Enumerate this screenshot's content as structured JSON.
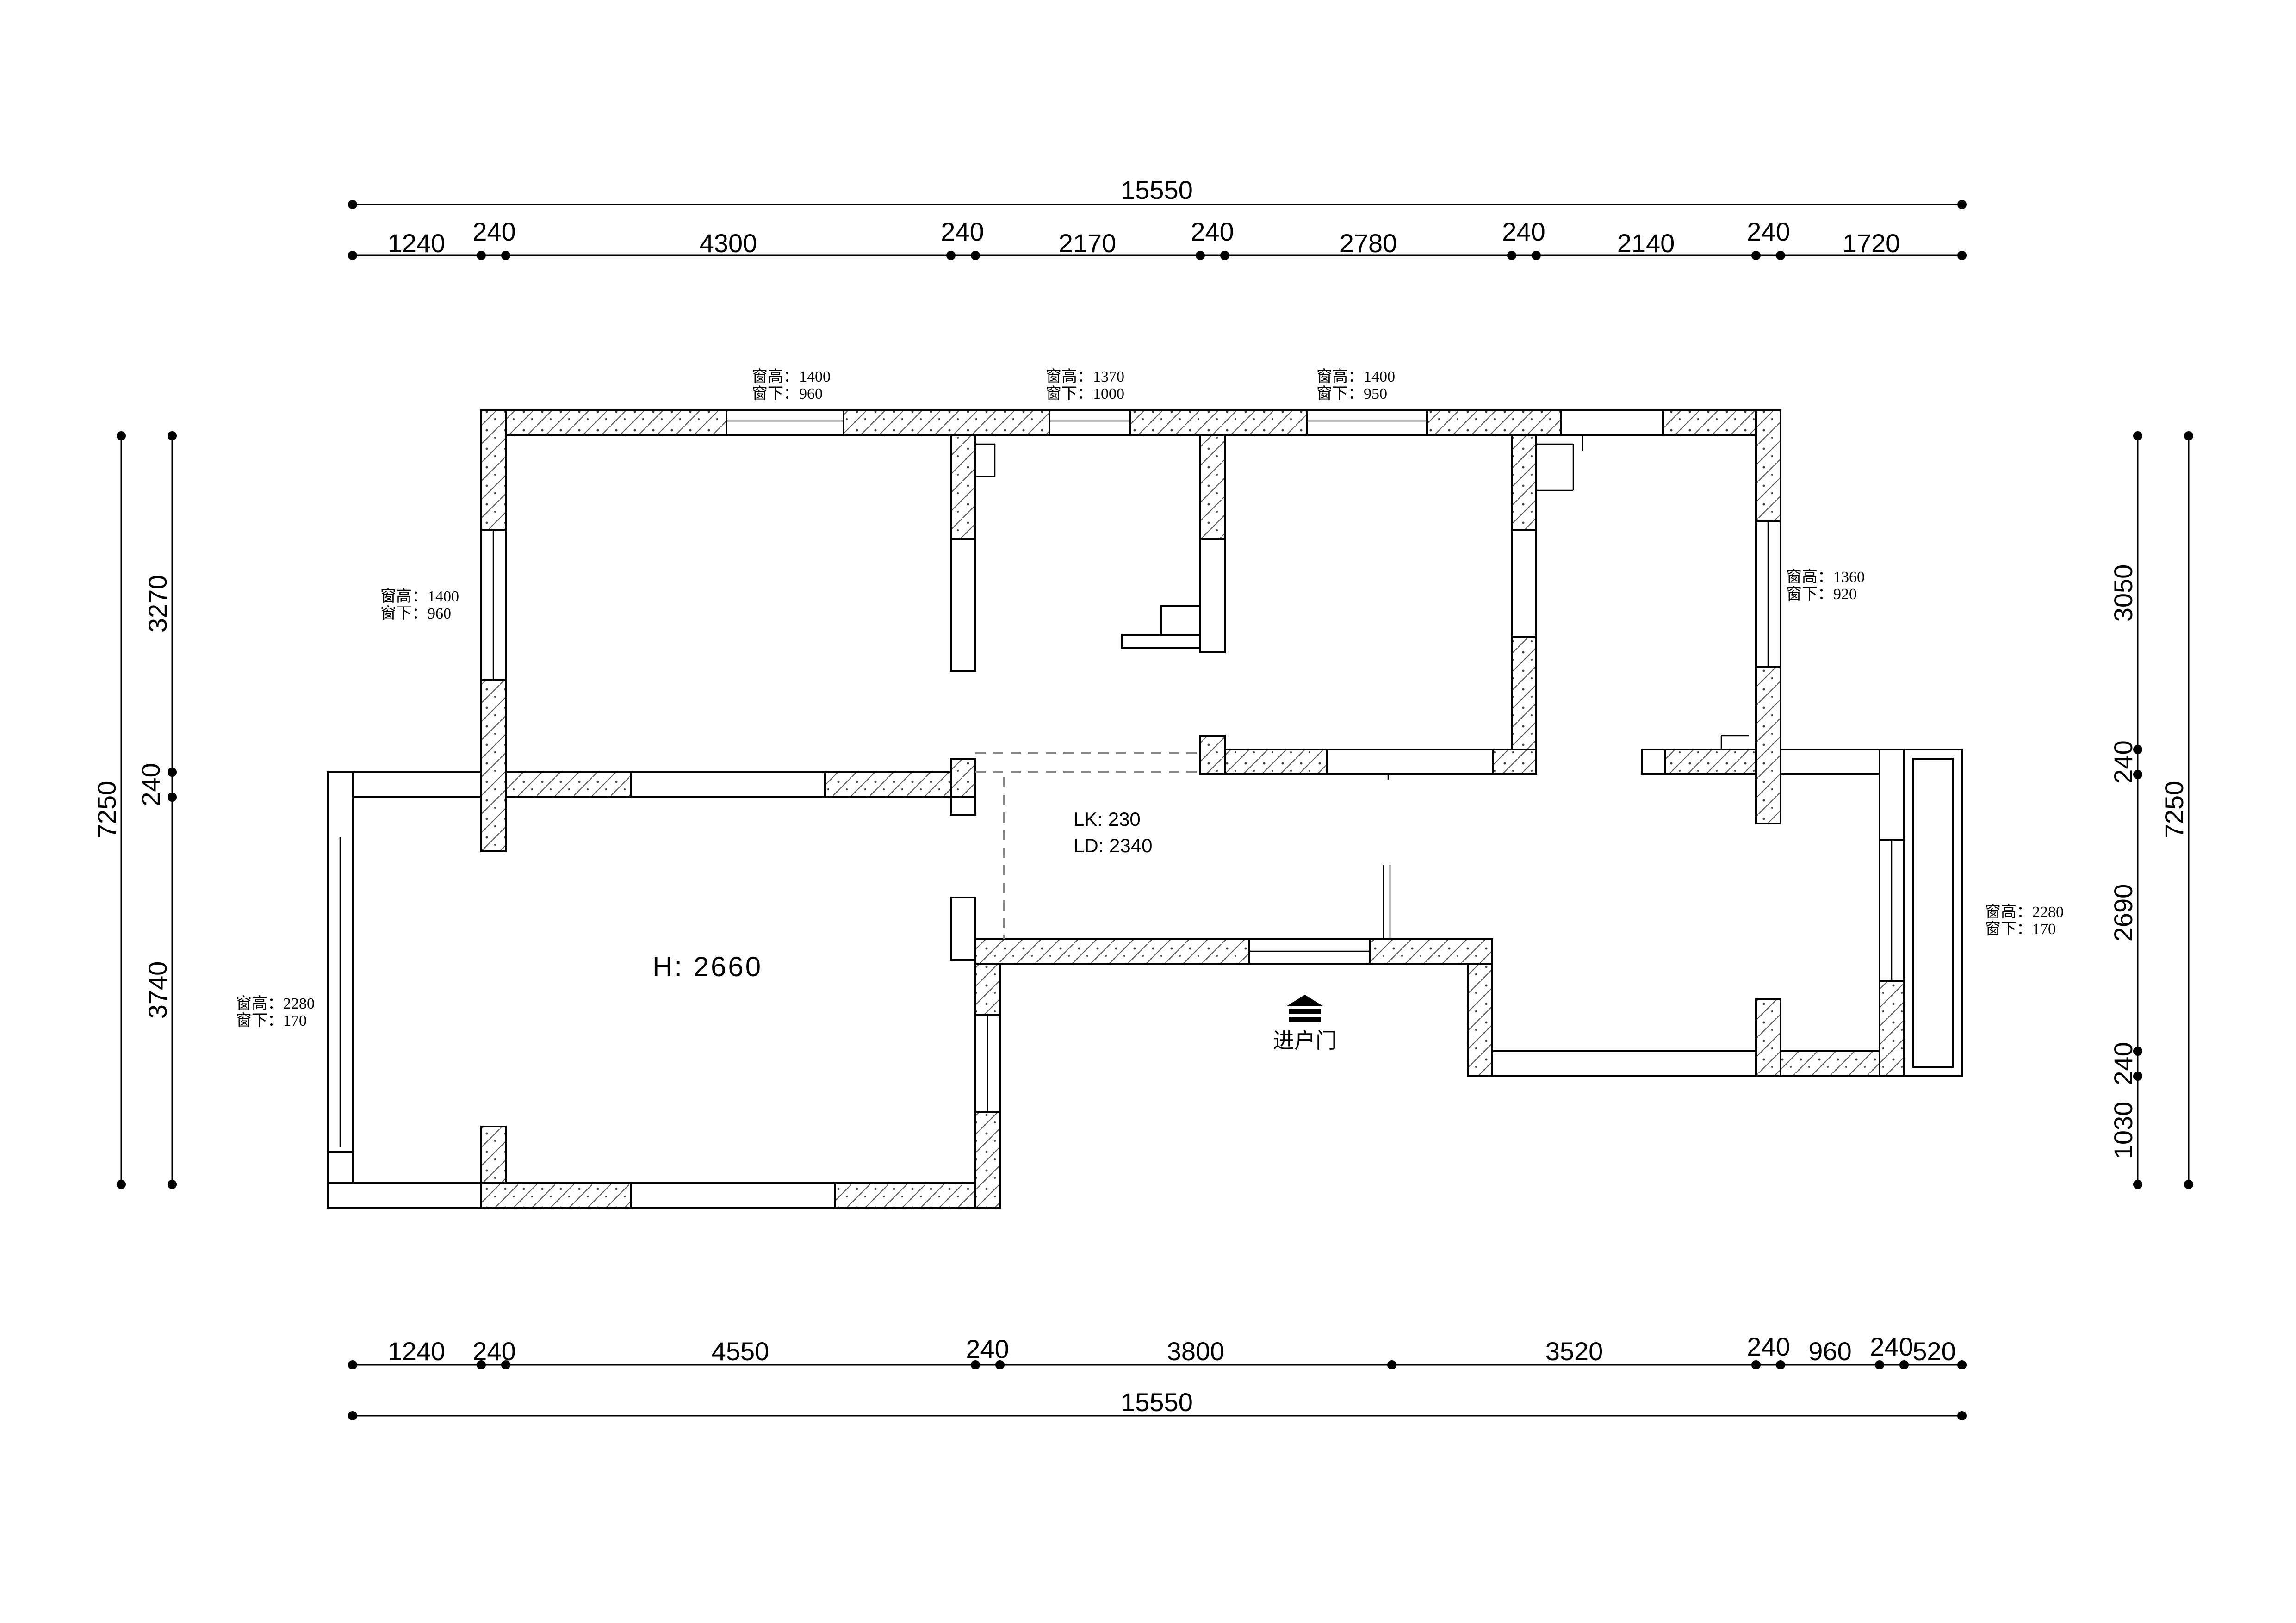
{
  "dimensions": {
    "top_total": "15550",
    "top_segments": [
      "1240",
      "240",
      "4300",
      "240",
      "2170",
      "240",
      "2780",
      "240",
      "2140",
      "240",
      "1720"
    ],
    "bottom_segments": [
      "1240",
      "240",
      "4550",
      "240",
      "3800",
      "3520",
      "240",
      "960",
      "240",
      "520"
    ],
    "bottom_total": "15550",
    "left_total": "7250",
    "left_segments": [
      "3270",
      "240",
      "3740"
    ],
    "right_total": "7250",
    "right_segments": [
      "3050",
      "240",
      "2690",
      "240",
      "1030"
    ]
  },
  "window_notes": [
    {
      "height": "窗高：1400",
      "sill": "窗下：960"
    },
    {
      "height": "窗高：1370",
      "sill": "窗下：1000"
    },
    {
      "height": "窗高：1400",
      "sill": "窗下：950"
    },
    {
      "height": "窗高：1400",
      "sill": "窗下：960"
    },
    {
      "height": "窗高：1360",
      "sill": "窗下：920"
    },
    {
      "height": "窗高：2280",
      "sill": "窗下：170"
    },
    {
      "height": "窗高：2280",
      "sill": "窗下：170"
    }
  ],
  "annotations": {
    "ceiling_height": "H:  2660",
    "lk": "LK:  230",
    "ld": "LD:  2340",
    "entrance": "进户门"
  }
}
